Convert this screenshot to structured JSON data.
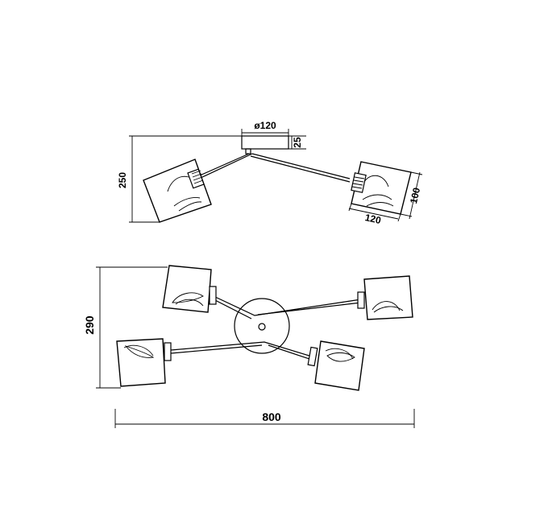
{
  "dimensions": {
    "canopy_diameter": "ø120",
    "canopy_height": "25",
    "side_height": "250",
    "shade_height": "100",
    "shade_width": "120",
    "top_depth": "290",
    "overall_width": "800"
  }
}
